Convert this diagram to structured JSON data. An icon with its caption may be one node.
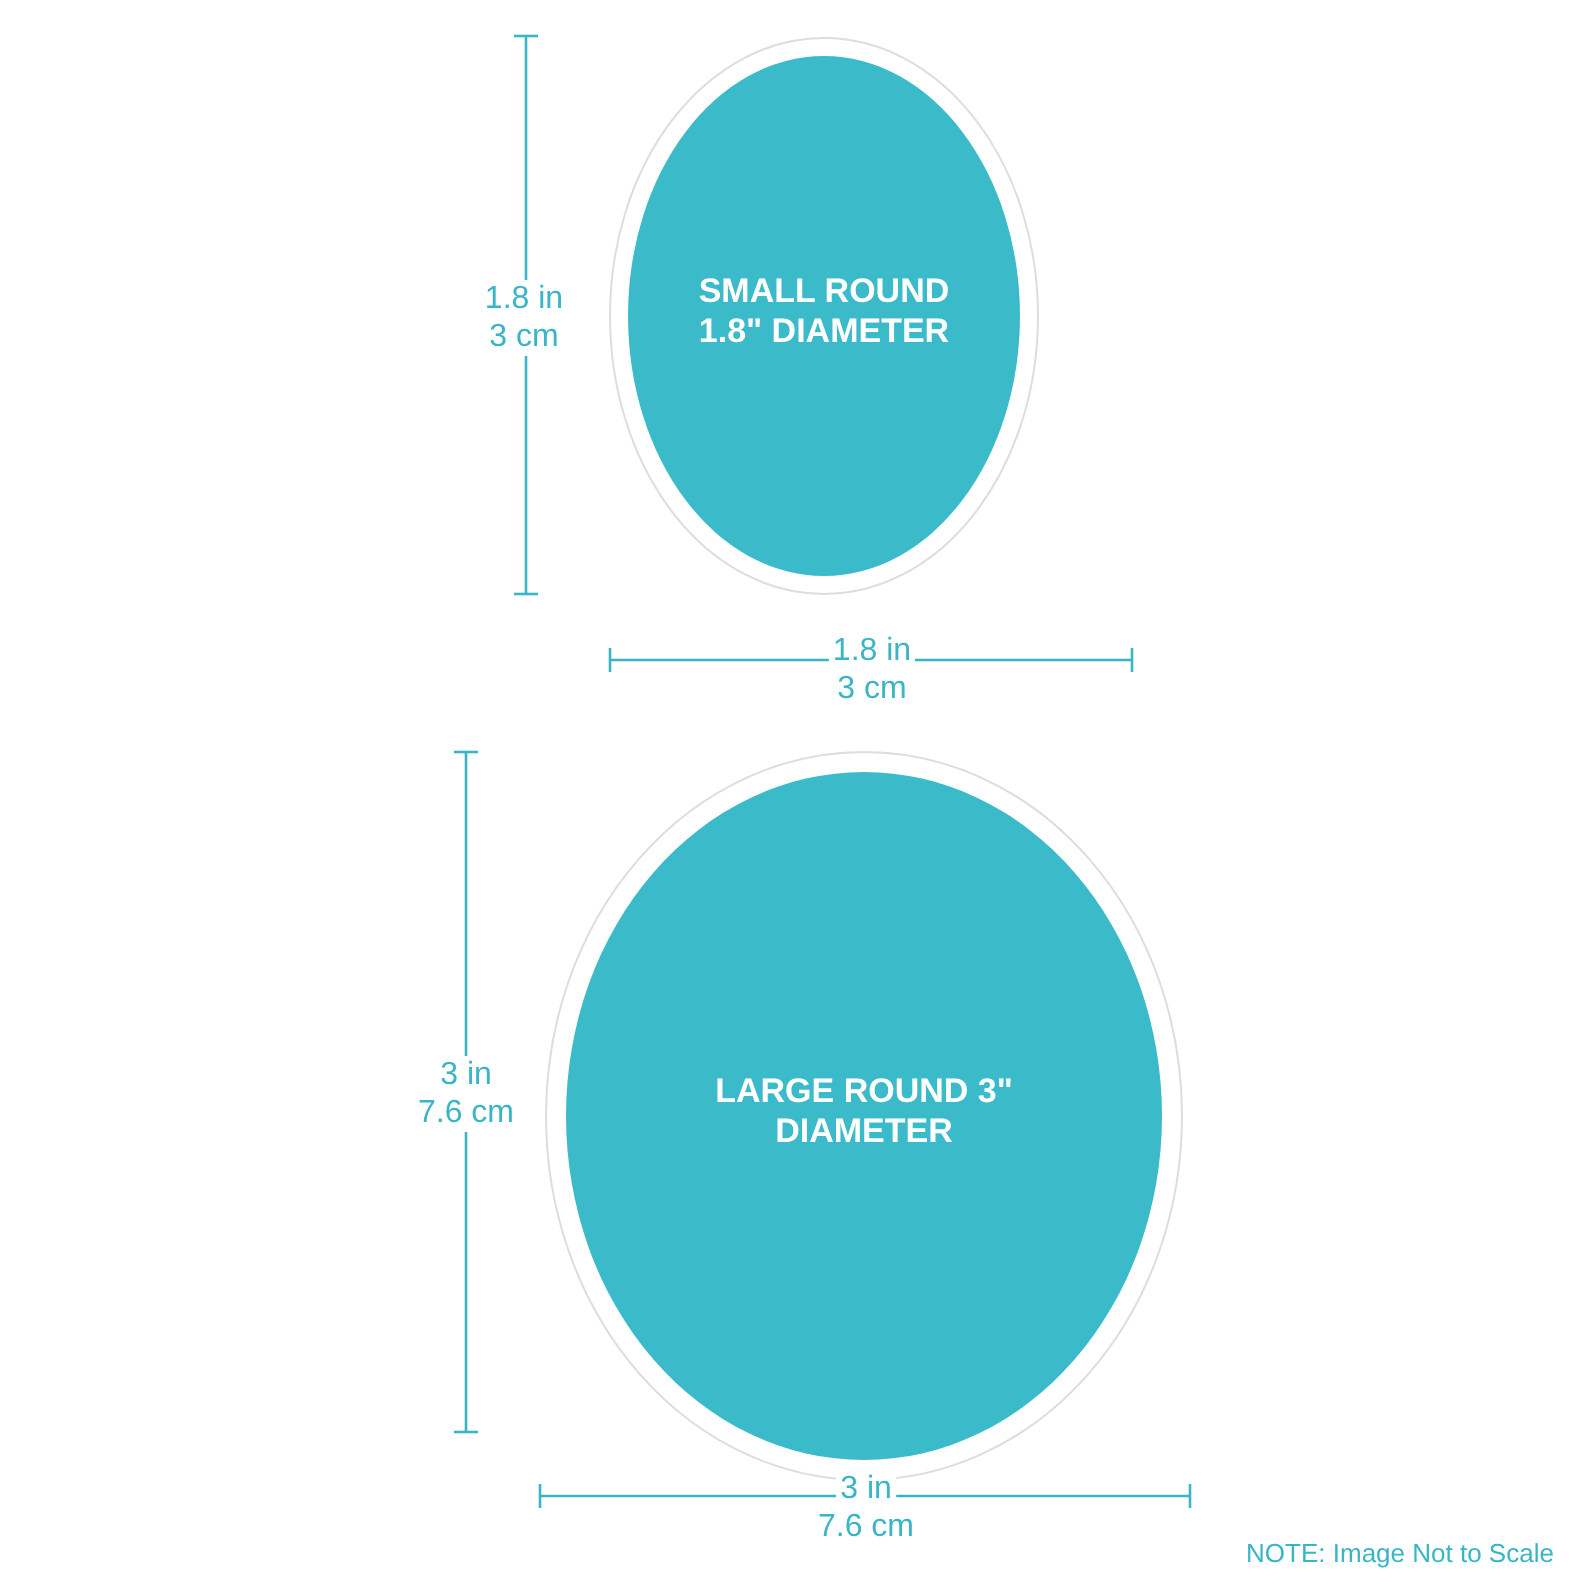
{
  "diagram": {
    "nodes": [
      {
        "text": [
          "SMALL ROUND 1.8\" DIAMETER"
        ]
      },
      {
        "text": [
          "LARGE ROUND 3\" DIAMETER"
        ]
      }
    ],
    "labels": [
      "1.8 in",
      "3 cm",
      "1.8 in",
      "3 cm",
      "3 in",
      "7.6 cm",
      "3 in",
      "7.6 cm",
      "NOTE: Image Not to Scale"
    ]
  }
}
